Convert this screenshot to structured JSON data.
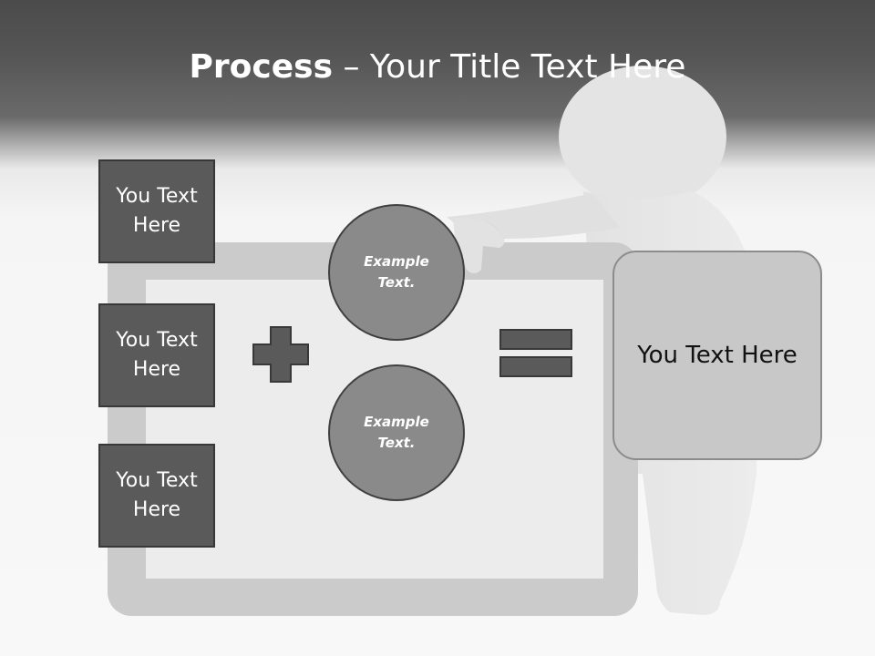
{
  "title": {
    "bold": "Process",
    "rest": " – Your Title Text Here"
  },
  "left_boxes": [
    {
      "label": "You Text Here"
    },
    {
      "label": "You Text Here"
    },
    {
      "label": "You Text Here"
    }
  ],
  "circles": [
    {
      "label": "Example Text."
    },
    {
      "label": "Example Text."
    }
  ],
  "result": {
    "label": "You Text Here"
  },
  "operators": {
    "plus": "plus-icon",
    "equals": "equals-icon"
  },
  "colors": {
    "header": "#4b4b4b",
    "dark_box": "#5a5a5a",
    "circle": "#8a8a8a",
    "result_box": "#c8c8c8"
  }
}
